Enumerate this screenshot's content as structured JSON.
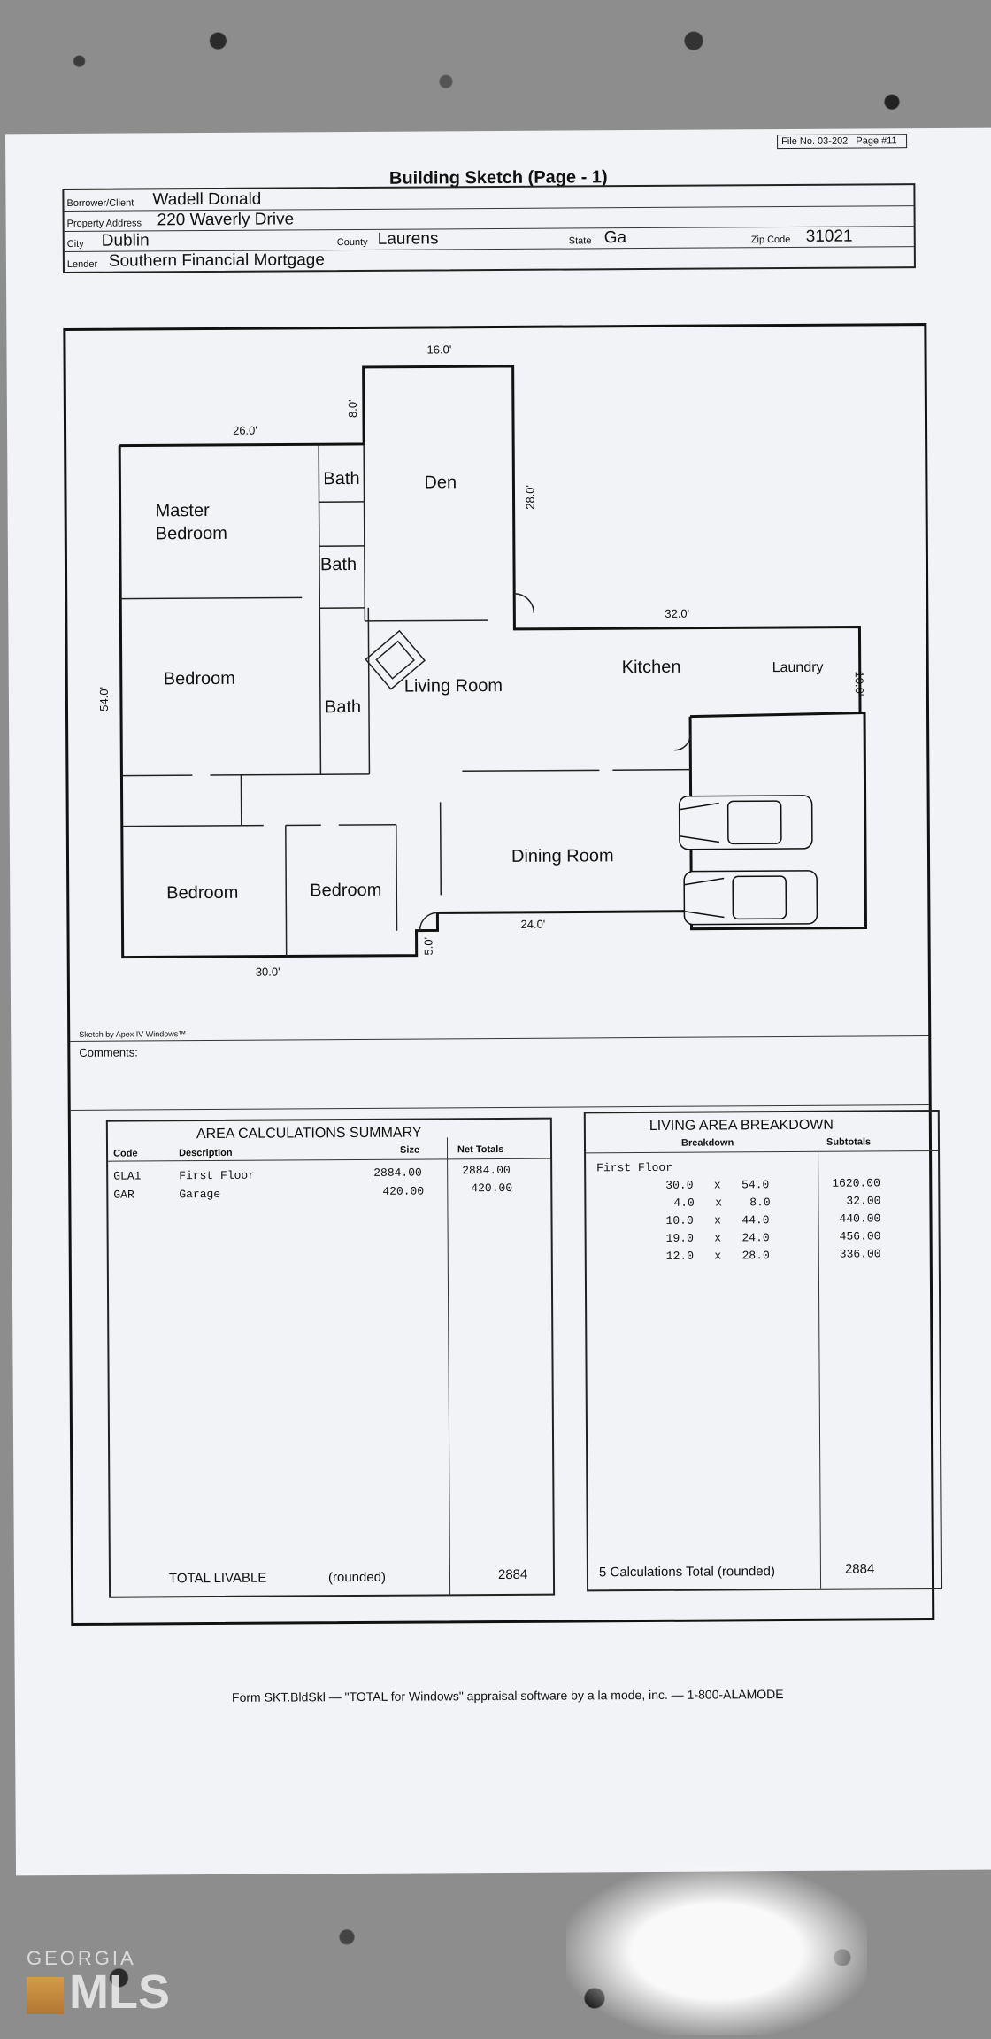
{
  "header": {
    "file_no": "File No. 03-202",
    "page": "Page #11",
    "title": "Building Sketch (Page - 1)",
    "borrower_label": "Borrower/Client",
    "borrower": "Wadell Donald",
    "property_label": "Property Address",
    "property": "220 Waverly Drive",
    "city_label": "City",
    "city": "Dublin",
    "county_label": "County",
    "county": "Laurens",
    "state_label": "State",
    "state": "Ga",
    "zip_label": "Zip Code",
    "zip": "31021",
    "lender_label": "Lender",
    "lender": "Southern Financial Mortgage"
  },
  "sketch": {
    "rooms": {
      "master": [
        "Master",
        "Bedroom"
      ],
      "bath1": "Bath",
      "bath2": "Bath",
      "bath3": "Bath",
      "den": "Den",
      "bedroom1": "Bedroom",
      "living": "Living Room",
      "kitchen": "Kitchen",
      "laundry": "Laundry",
      "bedroom2": "Bedroom",
      "bedroom3": "Bedroom",
      "dining": "Dining Room"
    },
    "dims": {
      "top": "16.0'",
      "den_step": "8.0'",
      "left_top": "26.0'",
      "den_right": "28.0'",
      "kitchen_top": "32.0'",
      "right": "10.0'",
      "left": "54.0'",
      "bottom_left": "30.0'",
      "step": "5.0'",
      "bottom_mid": "24.0'"
    },
    "credit": "Sketch by Apex IV Windows™",
    "comments_label": "Comments:"
  },
  "area_summary": {
    "title": "AREA CALCULATIONS SUMMARY",
    "headers": [
      "Code",
      "Description",
      "Size",
      "Net Totals"
    ],
    "rows": [
      {
        "code": "GLA1",
        "desc": "First Floor",
        "size": "2884.00",
        "net": "2884.00"
      },
      {
        "code": "GAR",
        "desc": "Garage",
        "size": "420.00",
        "net": "420.00"
      }
    ],
    "total_label": "TOTAL LIVABLE",
    "rounded": "(rounded)",
    "total": "2884"
  },
  "breakdown": {
    "title": "LIVING AREA BREAKDOWN",
    "headers": [
      "Breakdown",
      "Subtotals"
    ],
    "group": "First Floor",
    "rows": [
      {
        "a": "30.0",
        "x": "x",
        "b": "54.0",
        "sub": "1620.00"
      },
      {
        "a": "4.0",
        "x": "x",
        "b": "8.0",
        "sub": "32.00"
      },
      {
        "a": "10.0",
        "x": "x",
        "b": "44.0",
        "sub": "440.00"
      },
      {
        "a": "19.0",
        "x": "x",
        "b": "24.0",
        "sub": "456.00"
      },
      {
        "a": "12.0",
        "x": "x",
        "b": "28.0",
        "sub": "336.00"
      }
    ],
    "total_label": "5 Calculations Total (rounded)",
    "total": "2884"
  },
  "footer": "Form SKT.BldSkl — \"TOTAL for Windows\" appraisal software by a la mode, inc. — 1-800-ALAMODE",
  "watermark": {
    "top": "GEORGIA",
    "bottom": "MLS"
  }
}
